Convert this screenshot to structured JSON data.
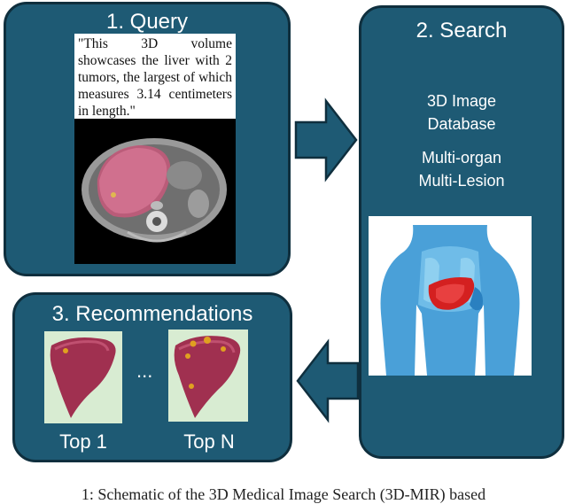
{
  "query_panel": {
    "title": "1. Query",
    "quote": "\"This 3D volume showcases the liver with 2 tumors, the largest of which measures 3.14 centimeters in length.\""
  },
  "search_panel": {
    "title": "2. Search",
    "line1": "3D Image",
    "line2": "Database",
    "line3": "Multi-organ",
    "line4": "Multi-Lesion"
  },
  "recommend_panel": {
    "title": "3. Recommendations",
    "ellipsis": "...",
    "top1": "Top 1",
    "topN": "Top N"
  },
  "caption_fragment": "1: Schematic of the 3D Medical Image Search (3D-MIR) based",
  "colors": {
    "panel": "#1e5a74",
    "arrow": "#1e5a74",
    "liver": "#a03050"
  }
}
